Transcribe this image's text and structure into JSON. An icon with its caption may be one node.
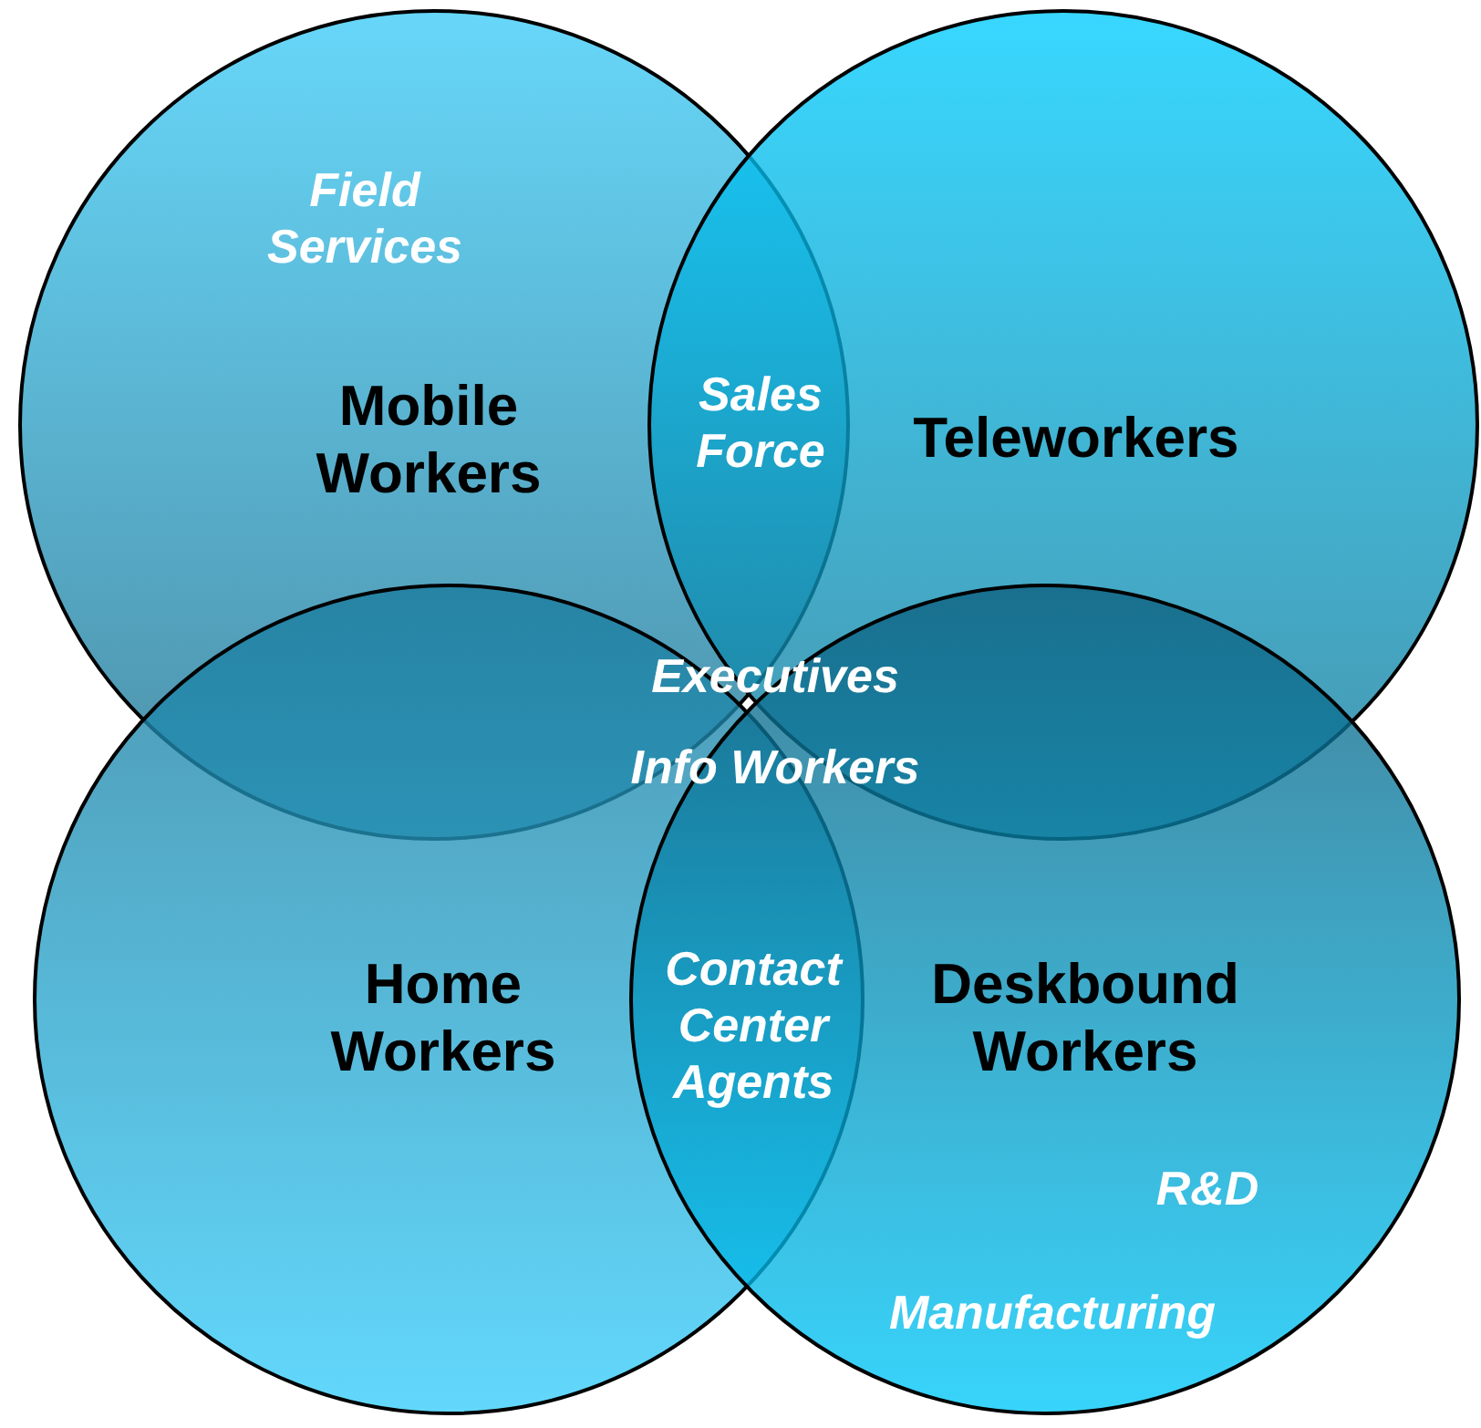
{
  "diagram": {
    "nodes": [
      {
        "text": [
          "Field Services",
          "Mobile Workers"
        ]
      },
      {
        "text": [
          "Teleworkers"
        ]
      },
      {
        "text": [
          "Home Workers"
        ]
      },
      {
        "text": [
          "Deskbound Workers",
          "R&D",
          "Manufacturing"
        ]
      }
    ],
    "edges": [],
    "labels": [
      "Sales Force",
      "Executives",
      "Info Workers",
      "Contact Center Agents"
    ]
  }
}
